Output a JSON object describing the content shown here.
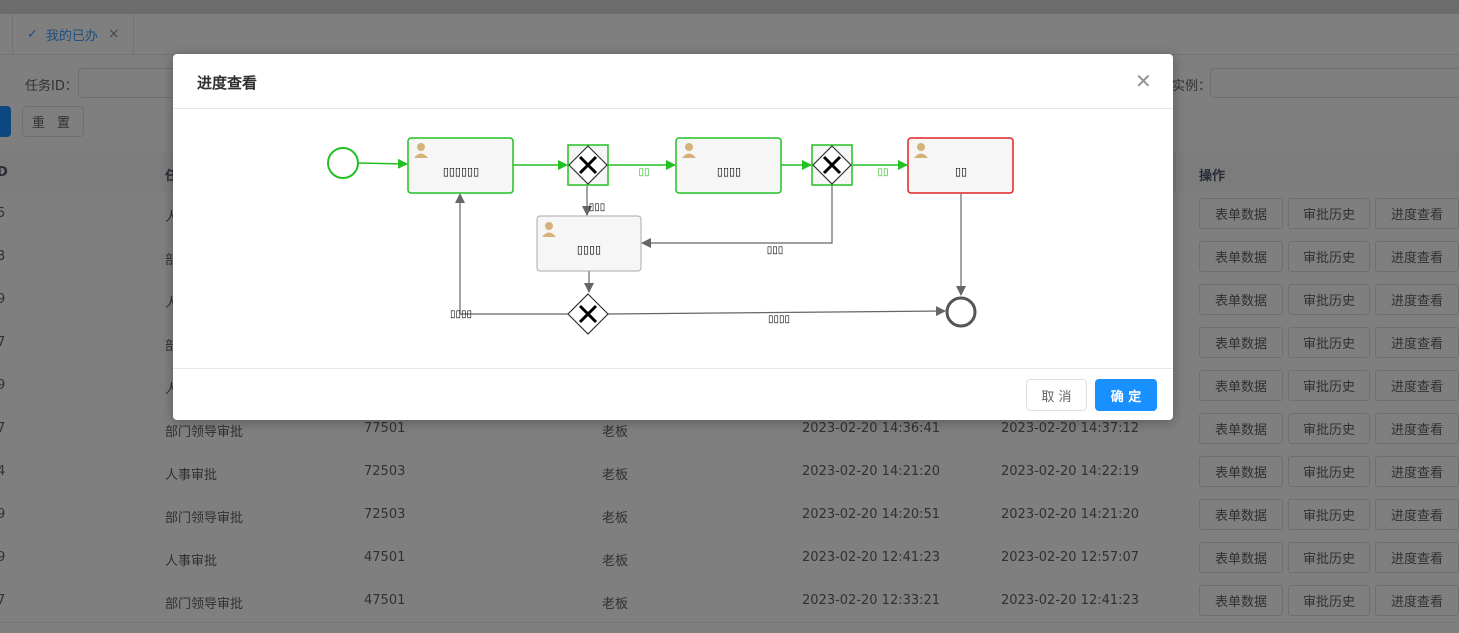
{
  "tabs": [
    {
      "label": "我的已办"
    }
  ],
  "filters": {
    "task_id_label": "任务ID：",
    "instance_label": "实例：",
    "reset_label": "重 置"
  },
  "table": {
    "headers": {
      "col0": "D",
      "col1": "任",
      "actions": "操作"
    },
    "rows": [
      {
        "id": "5",
        "task": "人",
        "process_id": "",
        "assignee": "",
        "start": "",
        "end": ""
      },
      {
        "id": "3",
        "task": "部",
        "process_id": "",
        "assignee": "",
        "start": "",
        "end": ""
      },
      {
        "id": "9",
        "task": "人",
        "process_id": "",
        "assignee": "",
        "start": "",
        "end": ""
      },
      {
        "id": "7",
        "task": "部",
        "process_id": "",
        "assignee": "",
        "start": "",
        "end": ""
      },
      {
        "id": "9",
        "task": "人",
        "process_id": "",
        "assignee": "",
        "start": "",
        "end": ""
      },
      {
        "id": "7",
        "task": "部门领导审批",
        "process_id": "77501",
        "assignee": "老板",
        "start": "2023-02-20 14:36:41",
        "end": "2023-02-20 14:37:12"
      },
      {
        "id": "4",
        "task": "人事审批",
        "process_id": "72503",
        "assignee": "老板",
        "start": "2023-02-20 14:21:20",
        "end": "2023-02-20 14:22:19"
      },
      {
        "id": "9",
        "task": "部门领导审批",
        "process_id": "72503",
        "assignee": "老板",
        "start": "2023-02-20 14:20:51",
        "end": "2023-02-20 14:21:20"
      },
      {
        "id": "9",
        "task": "人事审批",
        "process_id": "47501",
        "assignee": "老板",
        "start": "2023-02-20 12:41:23",
        "end": "2023-02-20 12:57:07"
      },
      {
        "id": "7",
        "task": "部门领导审批",
        "process_id": "47501",
        "assignee": "老板",
        "start": "2023-02-20 12:33:21",
        "end": "2023-02-20 12:41:23"
      }
    ],
    "actions": {
      "form": "表单数据",
      "history": "审批历史",
      "progress": "进度查看"
    }
  },
  "modal": {
    "title": "进度查看",
    "cancel_label": "取 消",
    "ok_label": "确 定",
    "diagram": {
      "task_apply": "▯▯▯▯▯▯",
      "task_dept": "▯▯▯▯",
      "task_hr": "▯▯▯▯",
      "task_end": "▯▯",
      "flow_pass1": "▯▯",
      "flow_pass2": "▯▯",
      "flow_reject1": "▯▯▯",
      "flow_reject2": "▯▯▯",
      "flow_resubmit": "▯▯▯▯",
      "flow_end": "▯▯▯▯",
      "colors": {
        "completed": "#22c022",
        "active": "#e02424",
        "default": "#666666"
      }
    }
  }
}
